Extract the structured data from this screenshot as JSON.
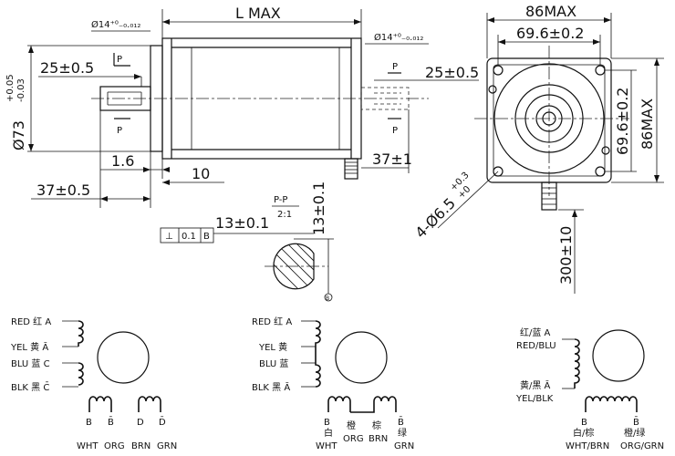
{
  "side_view": {
    "length": "L MAX",
    "shaft_tol_front": "Ø14⁺⁰₋₀.₀₁₂",
    "shaft_tol_rear": "Ø14⁺⁰₋₀.₀₁₂",
    "pilot_dia": "Ø73",
    "pilot_tol_upper": "+0.05",
    "pilot_tol_lower": "-0.03",
    "front_key_len": "25±0.5",
    "rear_key_len": "25±0.5",
    "flange_thk": "1.6",
    "flange_10": "10",
    "front_shaft_len": "37±0.5",
    "rear_shaft_len": "37±1",
    "section_mark": "P"
  },
  "front_view": {
    "width": "86MAX",
    "hole_pitch": "69.6±0.2",
    "height": "86MAX",
    "hole_pitch_v": "69.6±0.2",
    "holes": "4-Ø6.5",
    "holes_tol_upper": "+0.3",
    "holes_tol_lower": "+0",
    "lead_len": "300±10"
  },
  "section": {
    "title": "P-P",
    "scale": "2:1",
    "flat_dim": "13±0.1",
    "flat_dim_v": "13±0.1",
    "tolerance_frame": [
      "⊥",
      "0.1",
      "B"
    ],
    "datum": "B"
  },
  "wiring_a": {
    "red": "RED 红 A",
    "yel": "YEL 黄 Ā",
    "blu": "BLU 蓝 C",
    "blk": "BLK 黑 C̄",
    "b": "B",
    "b_bar": "B̄",
    "d": "D",
    "d_bar": "D̄",
    "wht": "WHT",
    "org": "ORG",
    "brn": "BRN",
    "grn": "GRN"
  },
  "wiring_b": {
    "red": "RED 红 A",
    "yel": "YEL 黄",
    "blu": "BLU 蓝",
    "blk": "BLK 黑 Ā",
    "b": "B",
    "wht_cn": "白",
    "org_cn": "橙",
    "brn_cn": "棕",
    "b_bar": "B̄",
    "grn_cn": "绿",
    "wht": "WHT",
    "org": "ORG",
    "brn": "BRN",
    "grn": "GRN"
  },
  "wiring_c": {
    "a_cn": "红/蓝 A",
    "a_en": "RED/BLU",
    "abar_cn": "黄/黑 Ā",
    "abar_en": "YEL/BLK",
    "b": "B",
    "b_cn": "白/棕",
    "b_en": "WHT/BRN",
    "bbar": "B̄",
    "bbar_cn": "橙/绿",
    "bbar_en": "ORG/GRN"
  }
}
